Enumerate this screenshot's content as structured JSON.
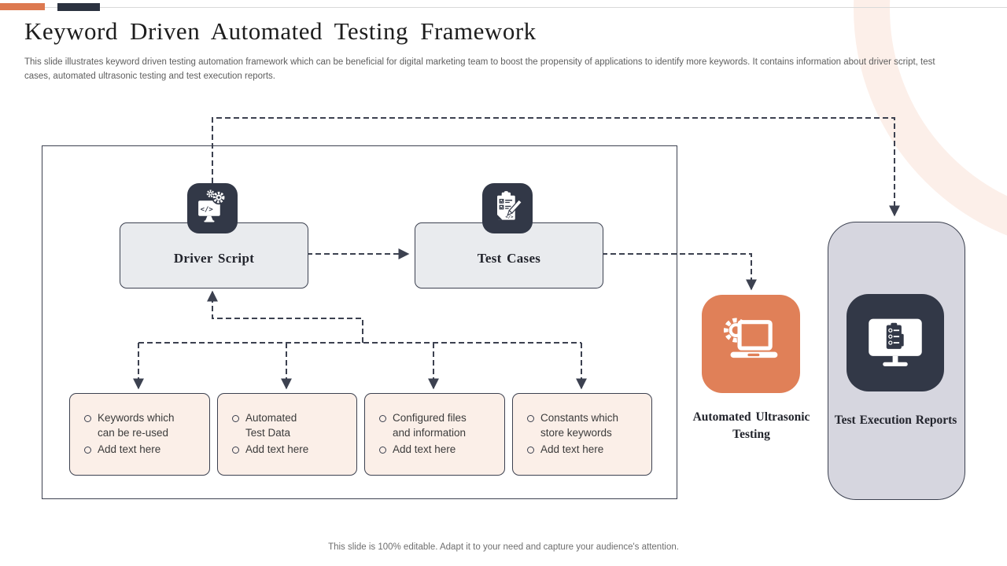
{
  "slide": {
    "title": "Keyword Driven Automated Testing Framework",
    "subtitle": "This slide illustrates keyword driven testing automation framework which can be beneficial for digital marketing team to boost the propensity of applications to identify more keywords. It contains information about driver script, test cases, automated ultrasonic testing and test execution reports.",
    "footer": "This slide is 100% editable. Adapt it to your need and capture your audience's attention."
  },
  "diagram": {
    "nodes": {
      "driver_script": {
        "label": "Driver Script",
        "icon": "monitor-code-gears-icon"
      },
      "test_cases": {
        "label": "Test Cases",
        "icon": "clipboard-checklist-pencil-icon"
      },
      "automated_ultrasonic_testing": {
        "label": "Automated Ultrasonic Testing",
        "icon": "laptop-gear-icon"
      },
      "test_execution_reports": {
        "label": "Test Execution Reports",
        "icon": "monitor-clipboard-icon"
      }
    },
    "detail_boxes": [
      {
        "items": [
          "Keywords which\ncan be re-used",
          "Add text here"
        ]
      },
      {
        "items": [
          "Automated\nTest Data",
          "Add text here"
        ]
      },
      {
        "items": [
          "Configured files\nand information",
          "Add text here"
        ]
      },
      {
        "items": [
          "Constants which\nstore keywords",
          "Add text here"
        ]
      }
    ]
  },
  "colors": {
    "accent_orange": "#DD7950",
    "orange_node": "#E08058",
    "dark_navy": "#323847",
    "line_color": "#3C4150",
    "node_fill": "#E9EBEE",
    "report_fill": "#D6D6DF",
    "peach_fill": "#FBEFE8",
    "ring_tint": "#FCEFE9"
  }
}
